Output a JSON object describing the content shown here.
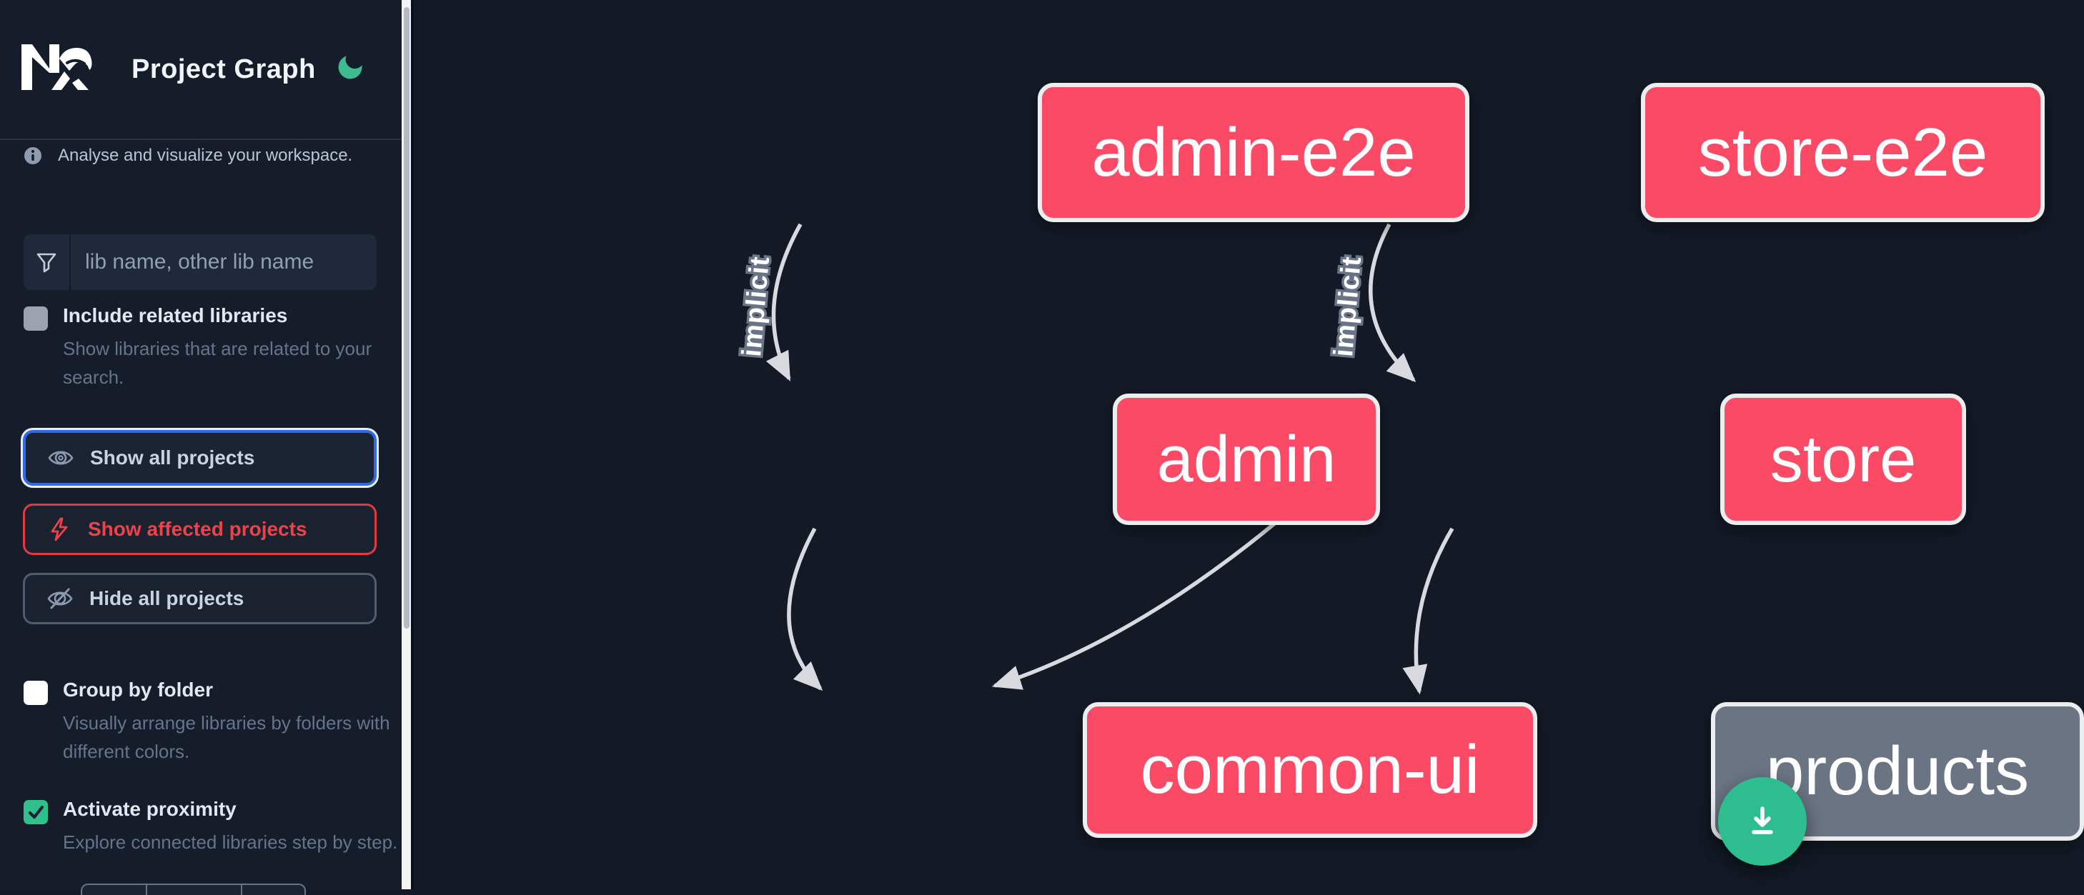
{
  "header": {
    "title": "Project Graph",
    "logo_icon": "nx-logo",
    "theme_icon": "moon-icon"
  },
  "sidebar": {
    "tagline": "Analyse and visualize your workspace.",
    "filter": {
      "placeholder": "lib name, other lib name",
      "value": "",
      "icon": "funnel-icon"
    },
    "checkboxes": [
      {
        "label": "Include related libraries",
        "description": "Show libraries that are related to your search.",
        "checked": false
      },
      {
        "label": "Group by folder",
        "description": "Visually arrange libraries by folders with different colors.",
        "checked": false
      },
      {
        "label": "Activate proximity",
        "description": "Explore connected libraries step by step.",
        "checked": true
      }
    ],
    "buttons": [
      {
        "label": "Show all projects",
        "icon": "eye-icon",
        "state": "focused"
      },
      {
        "label": "Show affected projects",
        "icon": "bolt-icon",
        "state": "affected"
      },
      {
        "label": "Hide all projects",
        "icon": "eye-off-icon",
        "state": "default"
      }
    ]
  },
  "graph": {
    "nodes": [
      {
        "label": "admin-e2e",
        "color": "#fb4a66"
      },
      {
        "label": "store-e2e",
        "color": "#fb4a66"
      },
      {
        "label": "admin",
        "color": "#fb4a66"
      },
      {
        "label": "store",
        "color": "#fb4a66"
      },
      {
        "label": "common-ui",
        "color": "#fb4a66"
      },
      {
        "label": "products",
        "color": "#6b7483"
      }
    ],
    "edges": [
      {
        "from": "admin-e2e",
        "to": "admin",
        "label": "implicit"
      },
      {
        "from": "store-e2e",
        "to": "store",
        "label": "implicit"
      },
      {
        "from": "admin",
        "to": "common-ui",
        "label": ""
      },
      {
        "from": "store",
        "to": "common-ui",
        "label": ""
      },
      {
        "from": "store",
        "to": "products",
        "label": ""
      }
    ]
  },
  "fab": {
    "icon": "download-icon"
  },
  "colors": {
    "background": "#131a26",
    "sidebar_background": "#161d2a",
    "node_affected": "#fb4a66",
    "node_neutral": "#6b7483",
    "node_border": "#ebedee",
    "edge": "#d8dadf",
    "accent_blue": "#2f6be8",
    "accent_red": "#e23a41",
    "accent_green": "#30c08c",
    "fab_green": "#2dbd8e"
  }
}
